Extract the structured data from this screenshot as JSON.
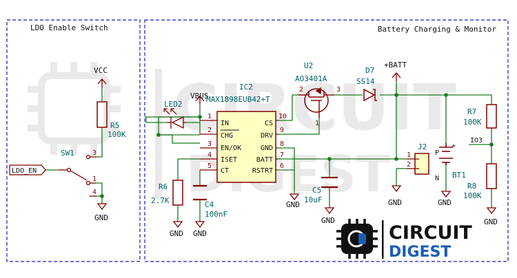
{
  "sections": [
    {
      "title": "LDO Enable Switch"
    },
    {
      "title": "Battery Charging & Monitor"
    }
  ],
  "watermark": {
    "line1": "CIRCUIT",
    "line2": "DIGEST"
  },
  "logo": {
    "line1": "CIRCUIT",
    "line2": "DIGEST"
  },
  "power_labels": {
    "vcc": "VCC",
    "vbus": "VBUS",
    "batt": "+BATT",
    "gnd": "GND"
  },
  "net_labels": {
    "ldo_en": "LDO_EN",
    "io3": "IO3"
  },
  "components": {
    "r5": {
      "ref": "R5",
      "value": "100K"
    },
    "sw1": {
      "ref": "SW1",
      "pins": [
        "3",
        "1",
        "4"
      ]
    },
    "led2": {
      "ref": "LED2"
    },
    "ic2": {
      "ref": "IC2",
      "value": "MAX1898EUB42+T",
      "left_pins": [
        {
          "num": "1",
          "name": "IN"
        },
        {
          "num": "2",
          "name": "CHG"
        },
        {
          "num": "3",
          "name": "EN/OK"
        },
        {
          "num": "4",
          "name": "ISET"
        },
        {
          "num": "5",
          "name": "CT"
        }
      ],
      "right_pins": [
        {
          "num": "10",
          "name": "CS"
        },
        {
          "num": "9",
          "name": "DRV"
        },
        {
          "num": "8",
          "name": "GND"
        },
        {
          "num": "7",
          "name": "BATT"
        },
        {
          "num": "6",
          "name": "RSTRT"
        }
      ]
    },
    "u2": {
      "ref": "U2",
      "value": "AO3401A",
      "pins": [
        "2",
        "3",
        "1"
      ]
    },
    "d7": {
      "ref": "D7",
      "value": "SS14"
    },
    "r6": {
      "ref": "R6",
      "value": "2.7K"
    },
    "c4": {
      "ref": "C4",
      "value": "100nF"
    },
    "c5": {
      "ref": "C5",
      "value": "10uF"
    },
    "r7": {
      "ref": "R7",
      "value": "100K"
    },
    "r8": {
      "ref": "R8",
      "value": "100K"
    },
    "j2": {
      "ref": "J2",
      "pins": [
        "1",
        "2"
      ]
    },
    "bt1": {
      "ref": "BT1",
      "plus": "+",
      "pol_p": "P",
      "pol_n": "N"
    }
  },
  "colors": {
    "wire": "#1a7a1a",
    "component": "#840000",
    "frame": "#1c1cb4",
    "junction": "#1a7a1a",
    "ic_fill": "#ffffc2",
    "text_ref": "#006464"
  }
}
